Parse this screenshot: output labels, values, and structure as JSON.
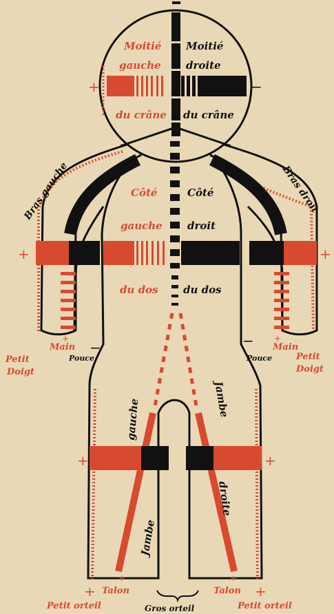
{
  "colors": {
    "paper": "#e9d8b6",
    "red": "#d84a30",
    "black": "#111111"
  },
  "signs": {
    "plus": "+",
    "minus": "−"
  },
  "skull": {
    "left_line1": "Moitié",
    "left_line2": "gauche",
    "left_line3": "du crâne",
    "right_line1": "Moitié",
    "right_line2": "droite",
    "right_line3": "du crâne"
  },
  "back": {
    "left_line1": "Côté",
    "left_line2": "gauche",
    "left_line3": "du dos",
    "right_line1": "Côté",
    "right_line2": "droit",
    "right_line3": "du dos"
  },
  "arms": {
    "left": "Bras gauche",
    "right": "Bras droit",
    "hand": "Main",
    "thumb": "Pouce",
    "little_finger_line1": "Petit",
    "little_finger_line2": "Doigt"
  },
  "legs": {
    "left_word1": "gauche",
    "left_word2": "Jambe",
    "right_word1": "Jambe",
    "right_word2": "droite",
    "heel": "Talon",
    "little_toe": "Petit orteil",
    "big_toe": "Gros orteil"
  }
}
